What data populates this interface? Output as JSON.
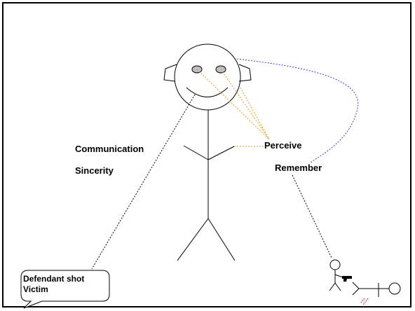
{
  "labels": {
    "communication": "Communication",
    "sincerity": "Sincerity",
    "perceive": "Perceive",
    "remember": "Remember"
  },
  "speech_bubble": {
    "line1": "Defendant shot",
    "line2": "Victim"
  },
  "colors": {
    "outline": "#000000",
    "eye_fill": "#c0c0c0",
    "perception_lines": "#e69a1a",
    "memory_arc": "#3a3ae0",
    "blood": "#e02020"
  },
  "icons": [
    "stick-figure",
    "gunman-figure",
    "victim-figure",
    "speech-bubble"
  ]
}
